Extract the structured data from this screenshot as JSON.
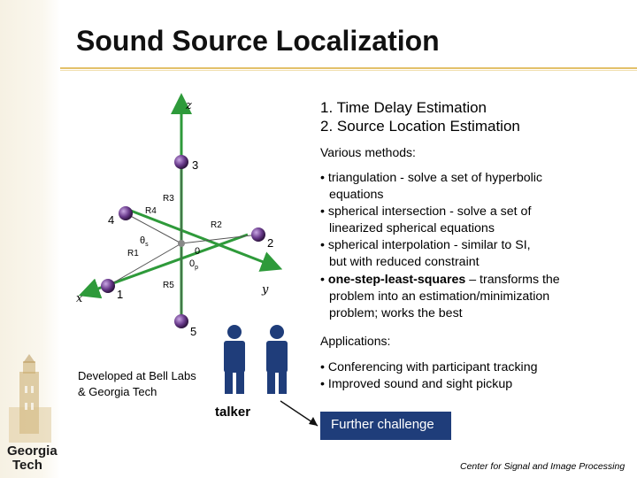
{
  "title": "Sound Source Localization",
  "steps": [
    "1. Time Delay Estimation",
    "2. Source Location Estimation"
  ],
  "methods_heading": "Various methods:",
  "methods": [
    {
      "line1": "• triangulation - solve a set of  hyperbolic",
      "line2": "equations"
    },
    {
      "line1": "• spherical intersection - solve a set of",
      "line2": "linearized spherical equations"
    },
    {
      "line1": "• spherical interpolation - similar to SI,",
      "line2": "but with reduced constraint"
    },
    {
      "lead": "• ",
      "bold": "one-step-least-squares",
      "rest": " – transforms the",
      "line2": "problem into an estimation/minimization",
      "line3": "problem; works the best"
    }
  ],
  "applications_heading": "Applications:",
  "applications": [
    "• Conferencing with participant tracking",
    "• Improved sound and sight pickup"
  ],
  "developed": {
    "line1": "Developed at Bell Labs",
    "line2": "& Georgia Tech"
  },
  "talker_label": "talker",
  "challenge_label": "Further challenge",
  "footer": "Center for Signal and Image Processing",
  "logo": {
    "line1": "Georgia",
    "line2": "Tech"
  },
  "diagram_labels": {
    "z": "z",
    "x": "x",
    "y": "y",
    "mic1": "1",
    "mic2": "2",
    "mic3": "3",
    "mic4": "4",
    "mic5": "5",
    "origin": "0",
    "R1": "R1",
    "R2": "R2",
    "R3": "R3",
    "R4": "R4",
    "R5": "R5",
    "theta": "θ",
    "theta_sub": "s",
    "phi": "0",
    "phi_sub": "p"
  },
  "colors": {
    "accent_rule": "#e3c16a",
    "challenge_box": "#1f3d7a",
    "axes": "#2e9a3a",
    "mics": "#6a3b8c",
    "person": "#1f3d7a"
  }
}
